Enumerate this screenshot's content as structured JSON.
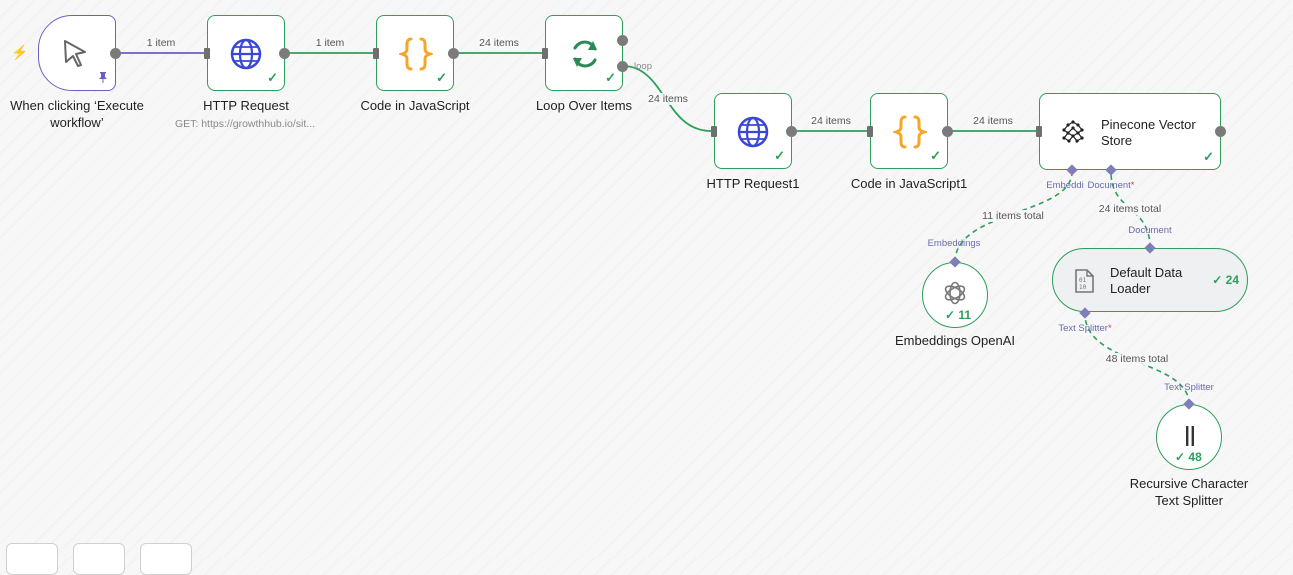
{
  "nodes": {
    "manual_trigger": {
      "name": "When clicking ‘Execute workflow’",
      "line1": "When clicking ‘Execute",
      "line2": "workflow’"
    },
    "http_request": {
      "name": "HTTP Request",
      "subtitle": "GET: https://growthhub.io/sit..."
    },
    "code_js": {
      "name": "Code in JavaScript"
    },
    "loop_over_items": {
      "name": "Loop Over Items"
    },
    "http_request1": {
      "name": "HTTP Request1"
    },
    "code_js1": {
      "name": "Code in JavaScript1"
    },
    "pinecone": {
      "line1": "Pinecone Vector",
      "line2": "Store"
    },
    "embeddings_openai": {
      "name": "Embeddings OpenAI",
      "count": "11"
    },
    "default_data_loader": {
      "line1": "Default Data",
      "line2": "Loader",
      "count": "24"
    },
    "text_splitter": {
      "line1": "Recursive Character",
      "line2": "Text Splitter",
      "count": "48"
    }
  },
  "edges": {
    "trigger_http": "1 item",
    "http_code": "1 item",
    "code_loop": "24 items",
    "loop_http1": "24 items",
    "http1_code1": "24 items",
    "code1_pinecone": "24 items",
    "embeddings_total": "11 items total",
    "document_total": "24 items total",
    "splitter_total": "48 items total"
  },
  "ports": {
    "loop_output": "loop",
    "embedding_in": "Embeddi",
    "document_in": "Document",
    "embeddings_out": "Embeddings",
    "document_out": "Document",
    "text_splitter_in": "Text Splitter",
    "text_splitter_out": "Text Splitter",
    "required_mark": "*"
  },
  "check_mark": "✓",
  "colors": {
    "success": "#2e9e5b",
    "trigger": "#6b5fc7",
    "http_globe": "#3a46d6",
    "code_braces": "#f5a623",
    "loop_icon": "#2a8a55",
    "sub_port": "#7f7fb8"
  }
}
